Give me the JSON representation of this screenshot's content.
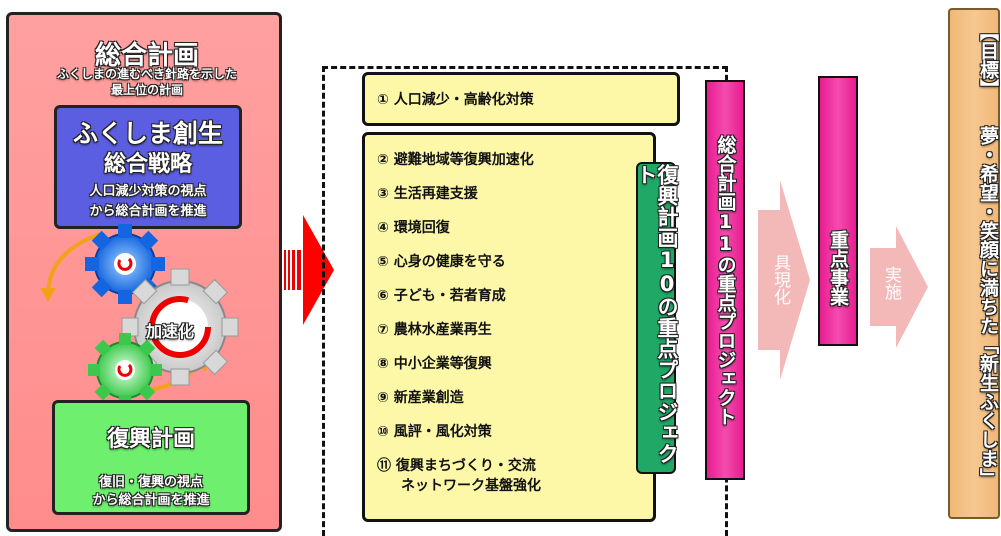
{
  "general_plan": {
    "title": "総合計画",
    "subtitle_line1": "ふくしまの進むべき針路を示した",
    "subtitle_line2": "最上位の計画"
  },
  "strategy": {
    "title_line1": "ふくしま創生",
    "title_line2": "総合戦略",
    "desc_line1": "人口減少対策の視点",
    "desc_line2": "から総合計画を推進"
  },
  "accelerate_label": "加速化",
  "recovery_plan": {
    "title": "復興計画",
    "desc_line1": "復旧・復興の視点",
    "desc_line2": "から総合計画を推進"
  },
  "project_1": "① 人口減少・高齢化対策",
  "recovery_projects": [
    "② 避難地域等復興加速化",
    "③ 生活再建支援",
    "④ 環境回復",
    "⑤ 心身の健康を守る",
    "⑥ 子ども・若者育成",
    "⑦ 農林水産業再生",
    "⑧ 中小企業等復興",
    "⑨ 新産業創造",
    "⑩ 風評・風化対策",
    "⑪ 復興まちづくり・交流"
  ],
  "project_11_line2": "ネットワーク基盤強化",
  "recovery_10_projects_label": "復興計画10の重点プロジェクト",
  "general_11_projects_label": "総合計画11の重点プロジェクト",
  "embody_label": "具現化",
  "priority_projects_label": "重点事業",
  "implement_label": "実施",
  "goal_heading": "【目標】",
  "goal_text": "夢・希望・笑顔に満ちた「新生ふくしま」",
  "colors": {
    "left_panel": "#ff8c8c",
    "strategy": "#5b5ee0",
    "recovery": "#6ef06e",
    "project_box": "#fdf8a8",
    "green_bar": "#1fa866",
    "pink_bar": "#e81c90",
    "goal": "#f0b878"
  }
}
